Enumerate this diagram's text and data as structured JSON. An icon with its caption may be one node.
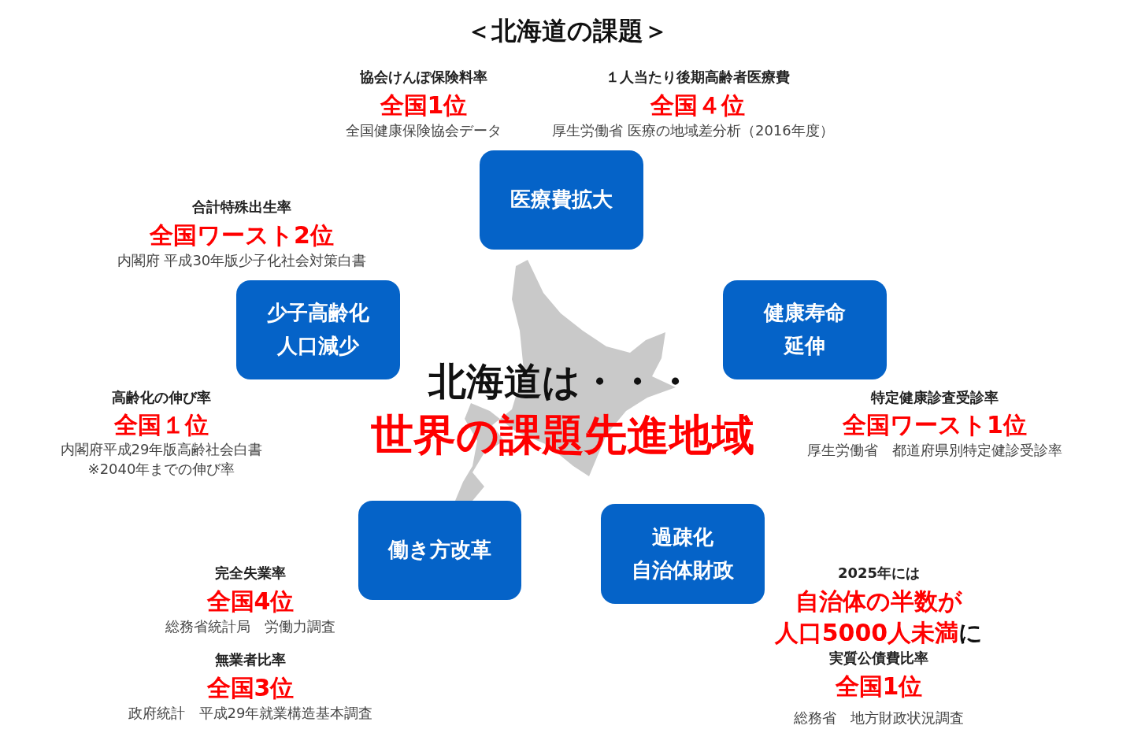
{
  "diagram": {
    "title": "＜北海道の課題＞",
    "nodes": [
      {
        "text": [
          "医療費拡大"
        ]
      },
      {
        "text": [
          "少子高齢化人口減少"
        ]
      },
      {
        "text": [
          "健康寿命延伸"
        ]
      },
      {
        "text": [
          "働き方改革"
        ]
      },
      {
        "text": [
          "過疎化自治体財政"
        ]
      }
    ],
    "labels": [
      "協会けんぽ保険料率",
      "全国1位",
      "全国健康保険協会データ",
      "１人当たり後期高齢者医療費",
      "全国４位",
      "厚生労働省 医療の地域差分析（2016年度）",
      "合計特殊出生率",
      "全国ワースト2位",
      "内閣府 平成30年版少子化社会対策白書",
      "高齢化の伸び率",
      "全国１位",
      "内閣府平成29年版高齢社会白書",
      "※2040年までの伸び率",
      "北海道は・・・",
      "世界の課題先進地域",
      "特定健康診査受診率",
      "全国ワースト1位",
      "厚生労働省　都道府県別特定健診受診率",
      "完全失業率",
      "全国4位",
      "総務省統計局　労働力調査",
      "無業者比率",
      "全国3位",
      "政府統計　平成29年就業構造基本調査",
      "2025年には",
      "自治体の半数が",
      "人口5000人未満",
      "に",
      "実質公債費比率",
      "全国1位",
      "総務省　地方財政状況調査"
    ]
  }
}
